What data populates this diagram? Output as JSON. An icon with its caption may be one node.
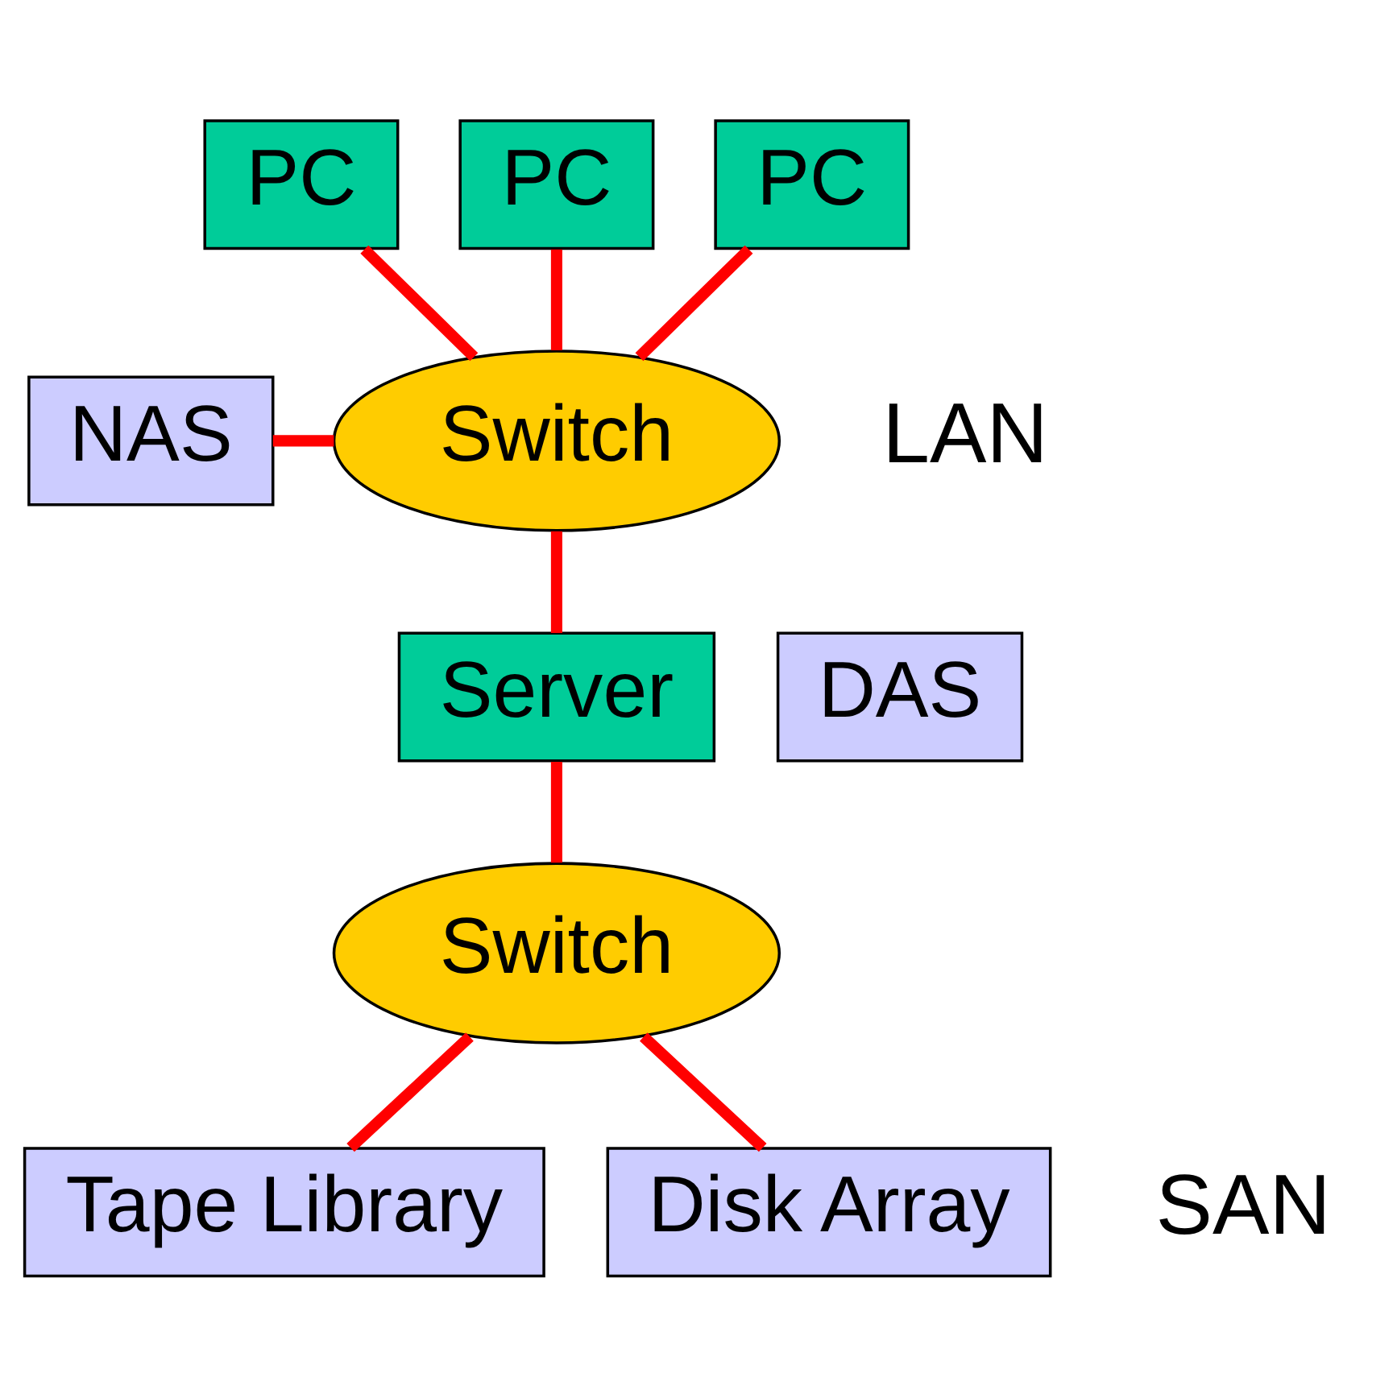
{
  "diagram": {
    "nodes": [
      {
        "text": [
          "PC"
        ]
      },
      {
        "text": [
          "PC"
        ]
      },
      {
        "text": [
          "PC"
        ]
      },
      {
        "text": [
          "NAS"
        ]
      },
      {
        "text": [
          "Switch"
        ]
      },
      {
        "text": [
          "DAS"
        ]
      },
      {
        "text": [
          "Server"
        ]
      },
      {
        "text": [
          "Switch"
        ]
      },
      {
        "text": [
          "Tape Library"
        ]
      },
      {
        "text": [
          "Disk Array"
        ]
      }
    ],
    "edges": [
      {
        "from": 0,
        "to": 4,
        "arrow": "none"
      },
      {
        "from": 1,
        "to": 4,
        "arrow": "none"
      },
      {
        "from": 2,
        "to": 4,
        "arrow": "none"
      },
      {
        "from": 3,
        "to": 4,
        "arrow": "none"
      },
      {
        "from": 4,
        "to": 6,
        "arrow": "none"
      },
      {
        "from": 6,
        "to": 7,
        "arrow": "none"
      },
      {
        "from": 7,
        "to": 8,
        "arrow": "none"
      },
      {
        "from": 7,
        "to": 9,
        "arrow": "none"
      }
    ],
    "labels": [
      "LAN",
      "SAN"
    ]
  }
}
